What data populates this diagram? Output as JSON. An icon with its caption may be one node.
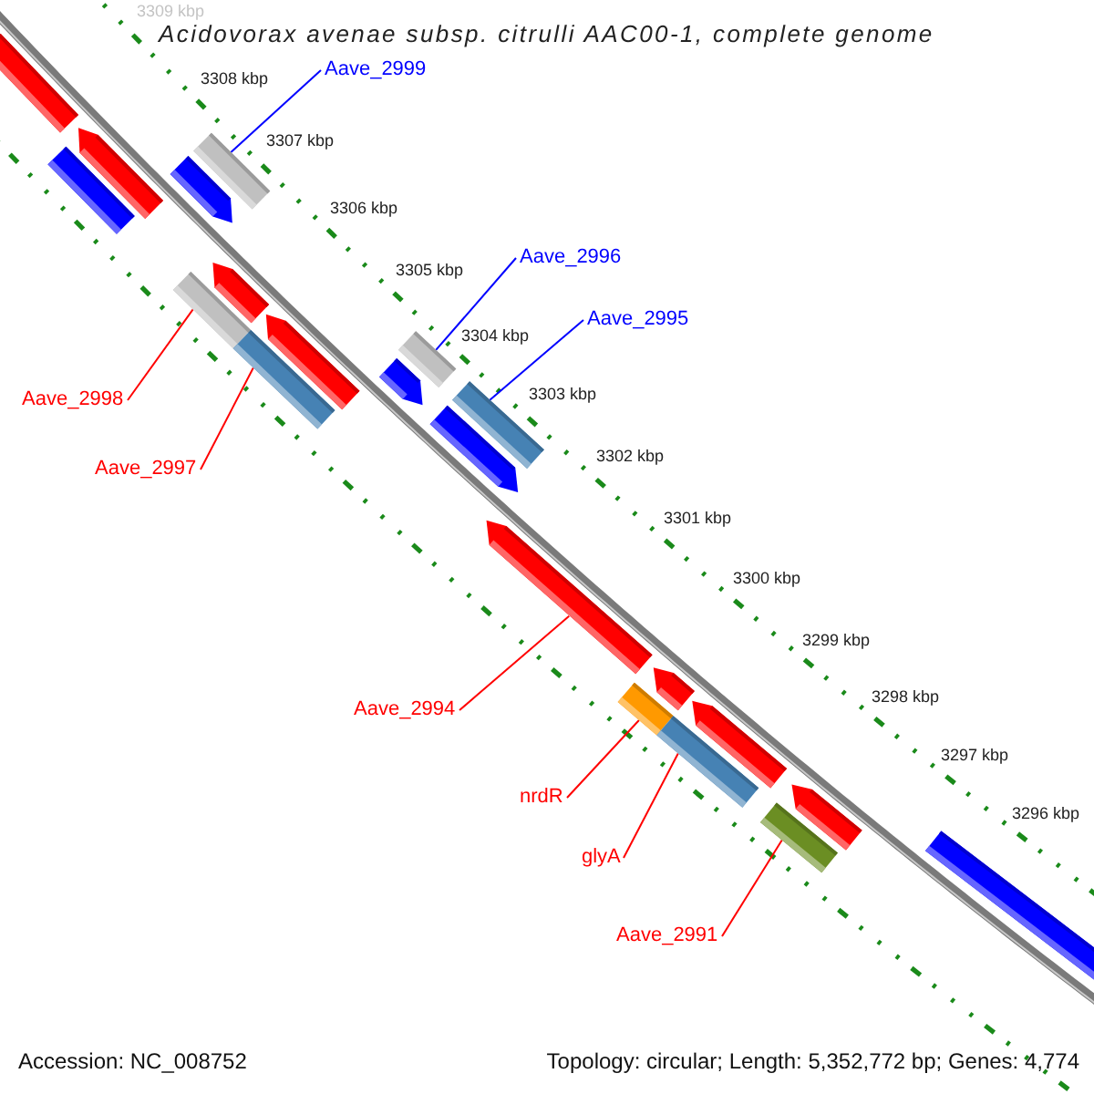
{
  "diagram": {
    "title": "Acidovorax avenae subsp. citrulli AAC00-1, complete genome",
    "nodes": [
      {
        "text": [
          "Aave_2999"
        ]
      },
      {
        "text": [
          "Aave_2996"
        ]
      },
      {
        "text": [
          "Aave_2995"
        ]
      },
      {
        "text": [
          "Aave_2998"
        ]
      },
      {
        "text": [
          "Aave_2997"
        ]
      },
      {
        "text": [
          "Aave_2994"
        ]
      },
      {
        "text": [
          "nrdR"
        ]
      },
      {
        "text": [
          "glyA"
        ]
      },
      {
        "text": [
          "Aave_2991"
        ]
      },
      {
        "text": [],
        "shape": "box"
      },
      {
        "text": [],
        "shape": "box"
      },
      {
        "text": [],
        "shape": "arrow"
      },
      {
        "text": [],
        "shape": "arrow"
      },
      {
        "text": [],
        "shape": "box"
      },
      {
        "text": [],
        "shape": "box"
      },
      {
        "text": [],
        "shape": "arrow"
      },
      {
        "text": [],
        "shape": "box"
      },
      {
        "text": [],
        "shape": "arrow"
      },
      {
        "text": [],
        "shape": "box"
      },
      {
        "text": [],
        "shape": "arrow"
      },
      {
        "text": [],
        "shape": "box"
      },
      {
        "text": [],
        "shape": "arrow"
      },
      {
        "text": [],
        "shape": "arrow"
      },
      {
        "text": [],
        "shape": "box"
      },
      {
        "text": [],
        "shape": "arrow"
      },
      {
        "text": [],
        "shape": "box"
      },
      {
        "text": [],
        "shape": "arrow"
      },
      {
        "text": [],
        "shape": "box"
      },
      {
        "text": [],
        "shape": "arrow"
      },
      {
        "text": [],
        "shape": "box"
      }
    ],
    "edges": [
      {
        "from": 0,
        "to": 13,
        "arrow": "none",
        "color": "#0000ff"
      },
      {
        "from": 1,
        "to": 18,
        "arrow": "none",
        "color": "#0000ff"
      },
      {
        "from": 2,
        "to": 20,
        "arrow": "none",
        "color": "#0000ff"
      },
      {
        "from": 3,
        "to": 14,
        "arrow": "none"
      },
      {
        "from": 4,
        "to": 16,
        "arrow": "none"
      },
      {
        "from": 5,
        "to": 22,
        "arrow": "none"
      },
      {
        "from": 6,
        "to": 23,
        "arrow": "none"
      },
      {
        "from": 7,
        "to": 25,
        "arrow": "none"
      },
      {
        "from": 8,
        "to": 27,
        "arrow": "none"
      }
    ],
    "labels": [
      "3309 kbp",
      "3308 kbp",
      "3307 kbp",
      "3306 kbp",
      "3305 kbp",
      "3304 kbp",
      "3303 kbp",
      "3302 kbp",
      "3301 kbp",
      "3300 kbp",
      "3299 kbp",
      "3298 kbp",
      "3297 kbp",
      "3296 kbp",
      "Accession: NC_008752",
      "Topology: circular; Length: 5,352,772 bp; Genes: 4,774"
    ]
  }
}
